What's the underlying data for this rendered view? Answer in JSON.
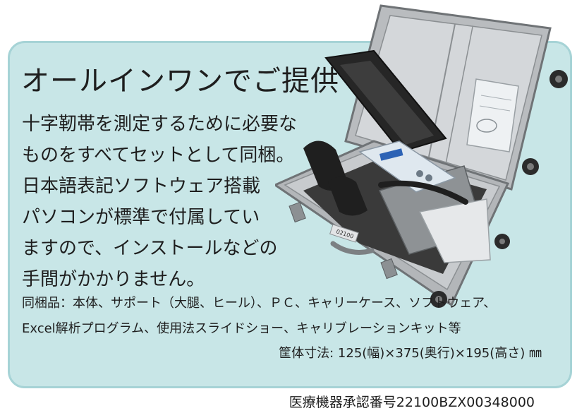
{
  "headline": "オールインワンでご提供",
  "body_lines": [
    "十字靭帯を測定するために必要な",
    "ものをすべてセットとして同梱。",
    "日本語表記ソフトウェア搭載",
    "パソコンが標準で付属してい",
    "ますので、インストールなどの",
    "手間がかかりません。"
  ],
  "contents_lines": [
    "同梱品：本体、サポート（大腿、ヒール）、ＰＣ、キャリーケース、ソフトウェア、",
    "Excel解析プログラム、使用法スライドショー、キャリブレーションキット等"
  ],
  "dimensions": "筐体寸法: 125(幅)×375(奥行)×195(高さ) ㎜",
  "approval_number": "医療機器承認番号22100BZX00348000",
  "case_label": "02100",
  "colors": {
    "panel_fill": "#c8e6e7",
    "panel_border": "#a6d3d6",
    "case_metal": "#b9bcbf",
    "case_lining": "#3a3a3a",
    "device_body": "#dfe8ef",
    "device_accent": "#2d63b5"
  }
}
